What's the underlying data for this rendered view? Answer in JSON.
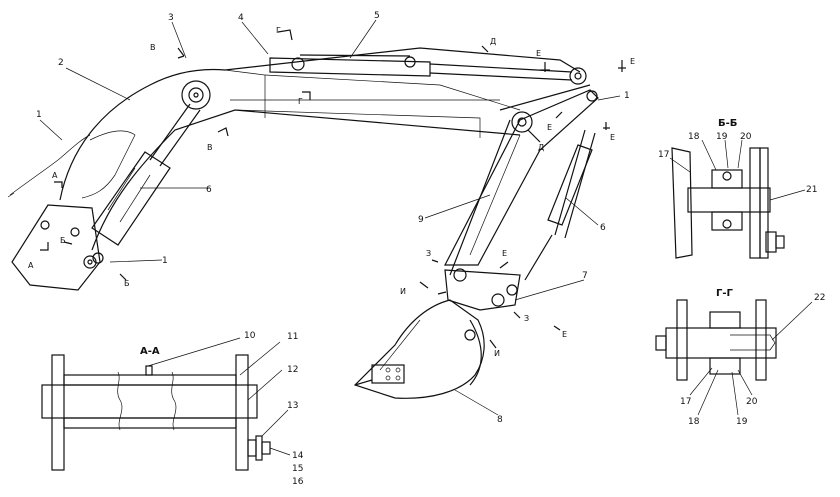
{
  "callouts": [
    "1",
    "2",
    "3",
    "4",
    "5",
    "6",
    "7",
    "8",
    "9",
    "10",
    "11",
    "12",
    "13",
    "14",
    "15",
    "16",
    "17",
    "18",
    "19",
    "20",
    "21",
    "22"
  ],
  "section_titles": {
    "a": "А-А",
    "b": "Б-Б",
    "g": "Г-Г"
  },
  "section_marks": {
    "a": "А",
    "b": "Б",
    "v": "В",
    "g": "Г",
    "d": "Д",
    "e": "Е",
    "z": "З",
    "i": "И"
  }
}
